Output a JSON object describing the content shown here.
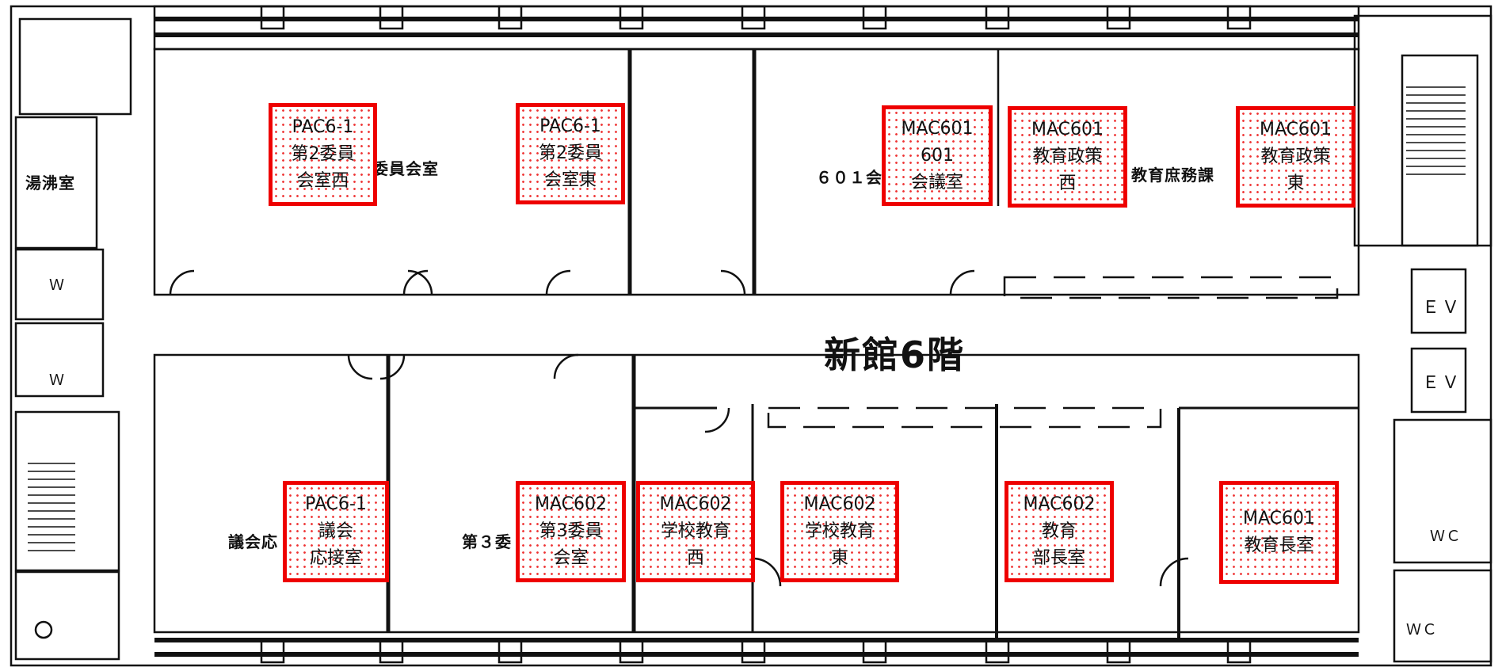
{
  "floor_title": "新館6階",
  "room_codes": [
    {
      "lines": [
        "PAC6-1",
        "第2委員",
        "会室西"
      ]
    },
    {
      "lines": [
        "PAC6-1",
        "第2委員",
        "会室東"
      ]
    },
    {
      "lines": [
        "MAC601",
        "601",
        "会議室"
      ]
    },
    {
      "lines": [
        "MAC601",
        "教育政策",
        "西"
      ]
    },
    {
      "lines": [
        "MAC601",
        "教育政策",
        "東"
      ]
    },
    {
      "lines": [
        "PAC6-1",
        "議会",
        "応接室"
      ]
    },
    {
      "lines": [
        "MAC602",
        "第3委員",
        "会室"
      ]
    },
    {
      "lines": [
        "MAC602",
        "学校教育",
        "西"
      ]
    },
    {
      "lines": [
        "MAC602",
        "学校教育",
        "東"
      ]
    },
    {
      "lines": [
        "MAC602",
        "教育",
        "部長室"
      ]
    },
    {
      "lines": [
        "MAC601",
        "教育長室"
      ]
    }
  ],
  "plan_labels": {
    "boiling_room": "湯沸室",
    "committee_room": "委員会室",
    "room_601": "６０１会",
    "education_affairs": "教育庶務課",
    "assembly_reception": "議会応",
    "third_committee": "第３委",
    "ev_1": "ＥＶ",
    "ev_2": "ＥＶ",
    "wc_1": "Ｗ",
    "wc_2": "Ｗ",
    "wc_3": "ＷＣ",
    "wc_4": "ＷＣ"
  },
  "colors": {
    "highlight": "#e00000",
    "walls": "#111111"
  }
}
